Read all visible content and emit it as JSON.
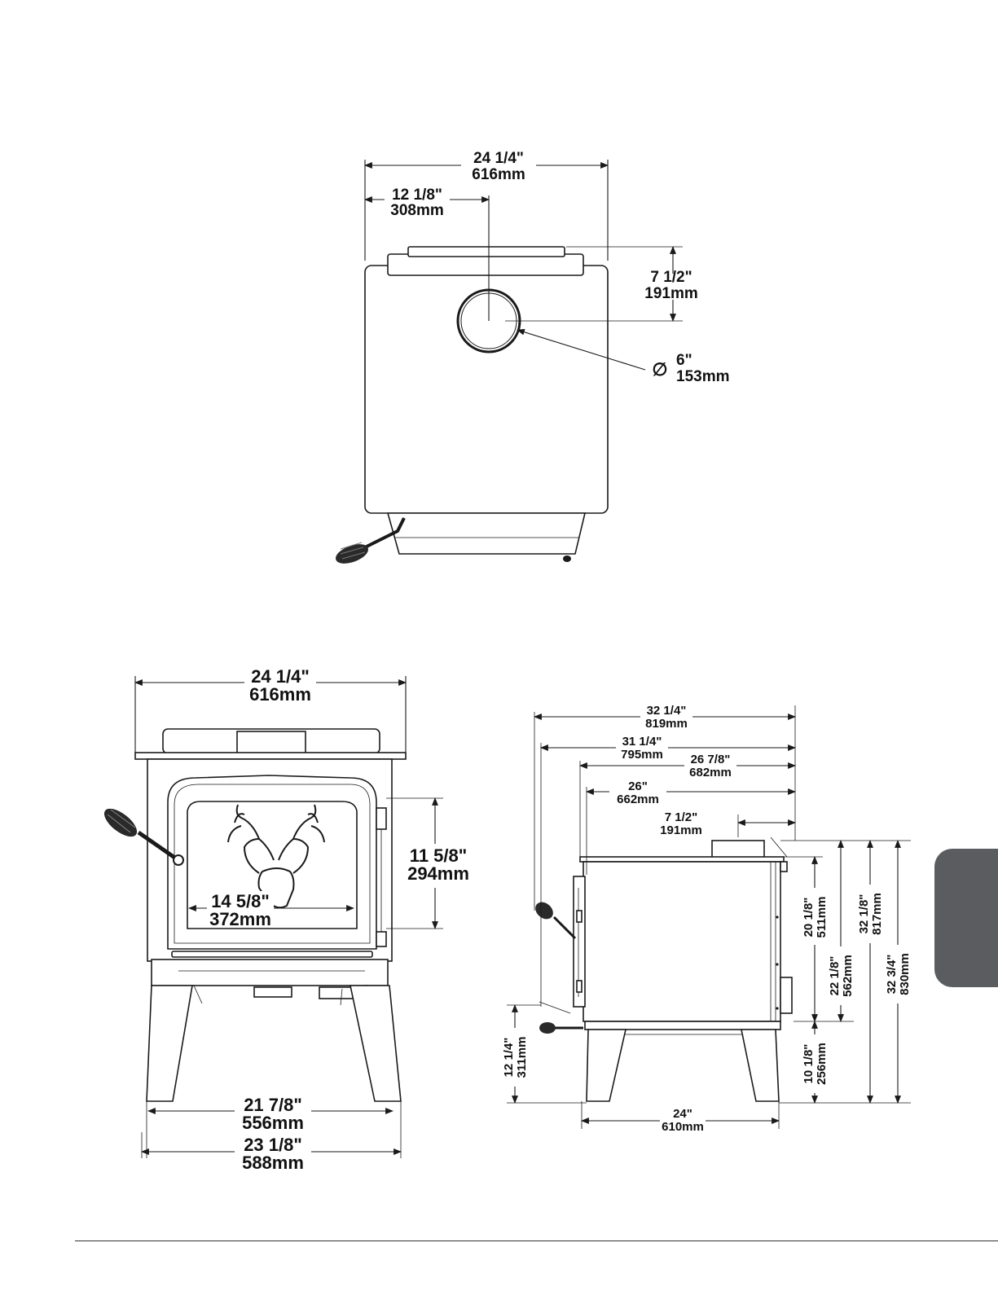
{
  "top_view": {
    "overall_width": {
      "in": "24 1/4\"",
      "mm": "616mm"
    },
    "flue_center": {
      "in": "12 1/8\"",
      "mm": "308mm"
    },
    "flue_depth": {
      "in": "7 1/2\"",
      "mm": "191mm"
    },
    "flue_diameter": {
      "symbol": "∅",
      "in": "6\"",
      "mm": "153mm"
    }
  },
  "front_view": {
    "overall_width": {
      "in": "24 1/4\"",
      "mm": "616mm"
    },
    "door_height": {
      "in": "11 5/8\"",
      "mm": "294mm"
    },
    "door_width": {
      "in": "14 5/8\"",
      "mm": "372mm"
    },
    "leg_inner": {
      "in": "21 7/8\"",
      "mm": "556mm"
    },
    "leg_outer": {
      "in": "23 1/8\"",
      "mm": "588mm"
    }
  },
  "side_view": {
    "d1": {
      "in": "32 1/4\"",
      "mm": "819mm"
    },
    "d2": {
      "in": "31 1/4\"",
      "mm": "795mm"
    },
    "d3": {
      "in": "26 7/8\"",
      "mm": "682mm"
    },
    "d4": {
      "in": "26\"",
      "mm": "662mm"
    },
    "d5": {
      "in": "7 1/2\"",
      "mm": "191mm"
    },
    "h_body": {
      "in": "20 1/8\"",
      "mm": "511mm"
    },
    "h_top": {
      "in": "32 1/8\"",
      "mm": "817mm"
    },
    "h_mid": {
      "in": "22 1/8\"",
      "mm": "562mm"
    },
    "h_total": {
      "in": "32 3/4\"",
      "mm": "830mm"
    },
    "h_leg": {
      "in": "10 1/8\"",
      "mm": "256mm"
    },
    "h_handle": {
      "in": "12 1/4\"",
      "mm": "311mm"
    },
    "leg_span": {
      "in": "24\"",
      "mm": "610mm"
    }
  },
  "colors": {
    "tab": "#5a5c60",
    "line": "#1a1a1a"
  }
}
